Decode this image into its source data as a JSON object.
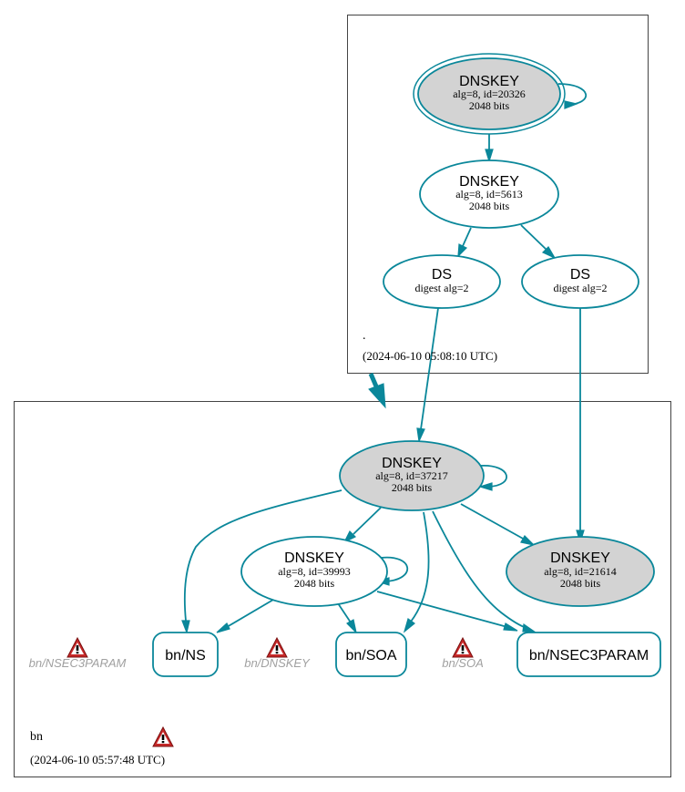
{
  "zones": {
    "root": {
      "name": ".",
      "timestamp": "(2024-06-10 05:08:10 UTC)"
    },
    "bn": {
      "name": "bn",
      "timestamp": "(2024-06-10 05:57:48 UTC)"
    }
  },
  "nodes": {
    "root_ksk": {
      "type": "DNSKEY",
      "detail": "alg=8, id=20326",
      "bits": "2048 bits"
    },
    "root_zsk": {
      "type": "DNSKEY",
      "detail": "alg=8, id=5613",
      "bits": "2048 bits"
    },
    "ds_a": {
      "type": "DS",
      "detail": "digest alg=2"
    },
    "ds_b": {
      "type": "DS",
      "detail": "digest alg=2"
    },
    "bn_ksk": {
      "type": "DNSKEY",
      "detail": "alg=8, id=37217",
      "bits": "2048 bits"
    },
    "bn_zsk": {
      "type": "DNSKEY",
      "detail": "alg=8, id=39993",
      "bits": "2048 bits"
    },
    "bn_key3": {
      "type": "DNSKEY",
      "detail": "alg=8, id=21614",
      "bits": "2048 bits"
    },
    "rr_ns": {
      "label": "bn/NS"
    },
    "rr_soa": {
      "label": "bn/SOA"
    },
    "rr_nsec3param": {
      "label": "bn/NSEC3PARAM"
    }
  },
  "warnings": {
    "nsec3param": "bn/NSEC3PARAM",
    "dnskey": "bn/DNSKEY",
    "soa": "bn/SOA"
  },
  "colors": {
    "edge": "#0a879a",
    "signing_key_fill": "#d3d3d3",
    "node_fill": "#ffffff",
    "warning": "#d32f2f"
  },
  "icons": {
    "warning": "warning-triangle-icon"
  }
}
